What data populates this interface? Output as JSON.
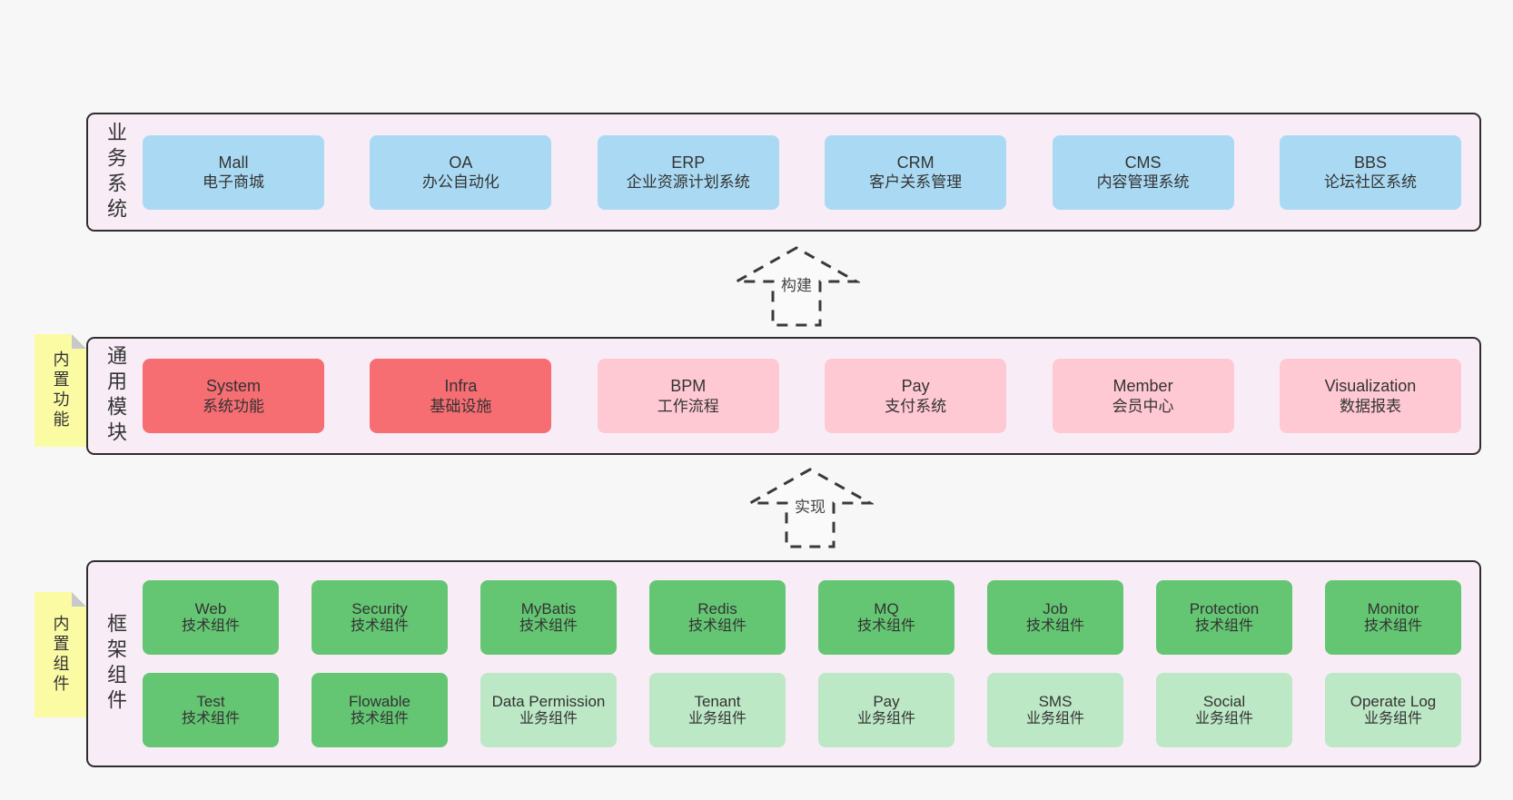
{
  "palette": {
    "bg": "#f7f7f7",
    "panel-bg": "#f8edf6",
    "panel-border": "#2e2e2e",
    "blue": "#aadaf3",
    "red": "#f66d72",
    "pink": "#ffc9d3",
    "green": "#64c673",
    "lightgreen": "#bce8c6",
    "yellow": "#fbfba4",
    "fold": "#c8c8c8",
    "text": "#333333",
    "arrow": "#3a3a3a"
  },
  "arrows": {
    "build": "构建",
    "implement": "实现"
  },
  "sections": {
    "business": {
      "label": "业务系统",
      "boxes": [
        {
          "name": "Mall",
          "desc": "电子商城",
          "variant": "blue"
        },
        {
          "name": "OA",
          "desc": "办公自动化",
          "variant": "blue"
        },
        {
          "name": "ERP",
          "desc": "企业资源计划系统",
          "variant": "blue"
        },
        {
          "name": "CRM",
          "desc": "客户关系管理",
          "variant": "blue"
        },
        {
          "name": "CMS",
          "desc": "内容管理系统",
          "variant": "blue"
        },
        {
          "name": "BBS",
          "desc": "论坛社区系统",
          "variant": "blue"
        }
      ]
    },
    "modules": {
      "label": "通用模块",
      "tab": "内置功能",
      "boxes": [
        {
          "name": "System",
          "desc": "系统功能",
          "variant": "red"
        },
        {
          "name": "Infra",
          "desc": "基础设施",
          "variant": "red"
        },
        {
          "name": "BPM",
          "desc": "工作流程",
          "variant": "pink"
        },
        {
          "name": "Pay",
          "desc": "支付系统",
          "variant": "pink"
        },
        {
          "name": "Member",
          "desc": "会员中心",
          "variant": "pink"
        },
        {
          "name": "Visualization",
          "desc": "数据报表",
          "variant": "pink"
        }
      ]
    },
    "framework": {
      "label": "框架组件",
      "tab": "内置组件",
      "row1": [
        {
          "name": "Web",
          "desc": "技术组件",
          "variant": "green"
        },
        {
          "name": "Security",
          "desc": "技术组件",
          "variant": "green"
        },
        {
          "name": "MyBatis",
          "desc": "技术组件",
          "variant": "green"
        },
        {
          "name": "Redis",
          "desc": "技术组件",
          "variant": "green"
        },
        {
          "name": "MQ",
          "desc": "技术组件",
          "variant": "green"
        },
        {
          "name": "Job",
          "desc": "技术组件",
          "variant": "green"
        },
        {
          "name": "Protection",
          "desc": "技术组件",
          "variant": "green"
        },
        {
          "name": "Monitor",
          "desc": "技术组件",
          "variant": "green"
        }
      ],
      "row2": [
        {
          "name": "Test",
          "desc": "技术组件",
          "variant": "green"
        },
        {
          "name": "Flowable",
          "desc": "技术组件",
          "variant": "green"
        },
        {
          "name": "Data Permission",
          "desc": "业务组件",
          "variant": "lightgreen"
        },
        {
          "name": "Tenant",
          "desc": "业务组件",
          "variant": "lightgreen"
        },
        {
          "name": "Pay",
          "desc": "业务组件",
          "variant": "lightgreen"
        },
        {
          "name": "SMS",
          "desc": "业务组件",
          "variant": "lightgreen"
        },
        {
          "name": "Social",
          "desc": "业务组件",
          "variant": "lightgreen"
        },
        {
          "name": "Operate Log",
          "desc": "业务组件",
          "variant": "lightgreen"
        }
      ]
    }
  }
}
